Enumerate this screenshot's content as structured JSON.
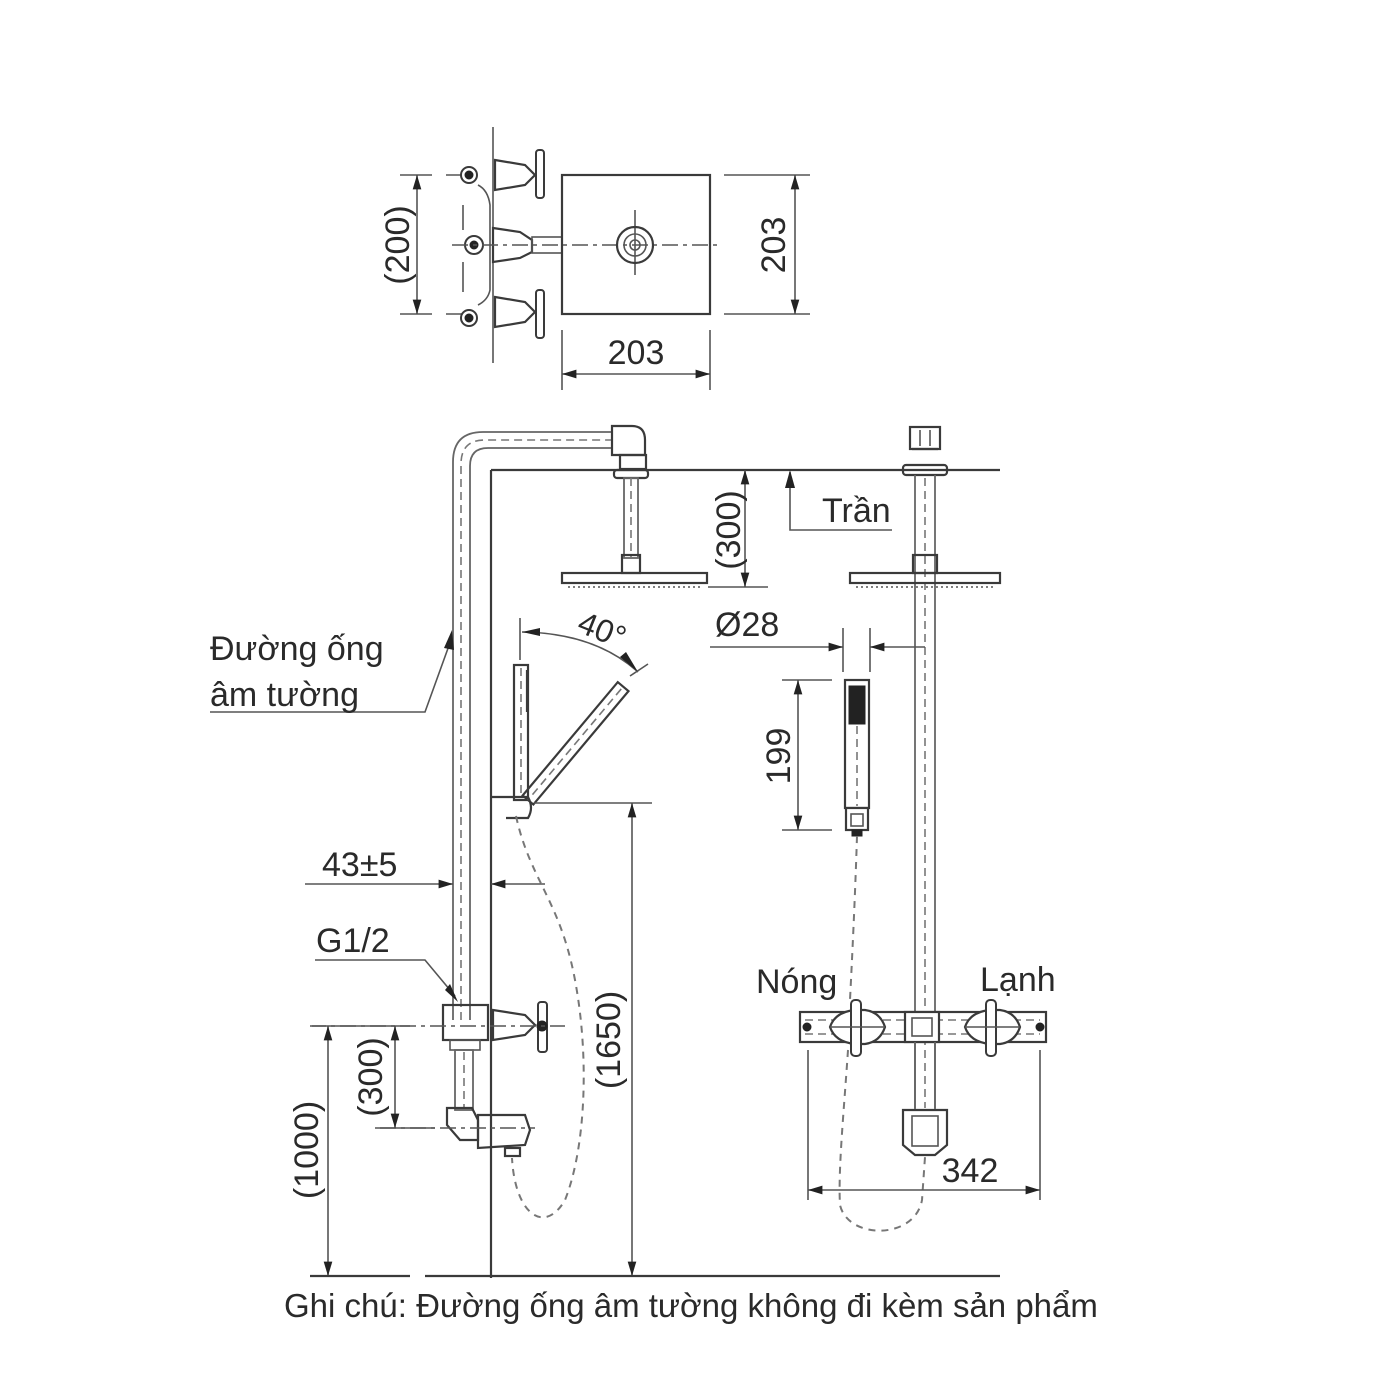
{
  "drawing": {
    "type": "technical-installation-drawing",
    "subject": "shower column with rain head, hand shower and mixer",
    "colors": {
      "line": "#3a3a3a",
      "background": "#ffffff",
      "text": "#2a2a2a"
    }
  },
  "top_view": {
    "dim_left": "(200)",
    "dim_right": "203",
    "dim_bottom": "203"
  },
  "side_view": {
    "dim_ceiling_drop": "(300)",
    "ceiling_label": "Trần",
    "pipe_label_line1": "Đường ống",
    "pipe_label_line2": "âm tường",
    "angle": "40°",
    "wall_offset": "43±5",
    "thread": "G1/2",
    "dim_mixer_to_spout": "(300)",
    "dim_mixer_height": "(1000)",
    "dim_total_height": "(1650)"
  },
  "front_view": {
    "hand_shower_diameter": "Ø28",
    "hand_shower_length": "199",
    "hot_label": "Nóng",
    "cold_label": "Lạnh",
    "mixer_width": "342"
  },
  "note": "Ghi chú: Đường ống âm tường không đi kèm sản phẩm"
}
